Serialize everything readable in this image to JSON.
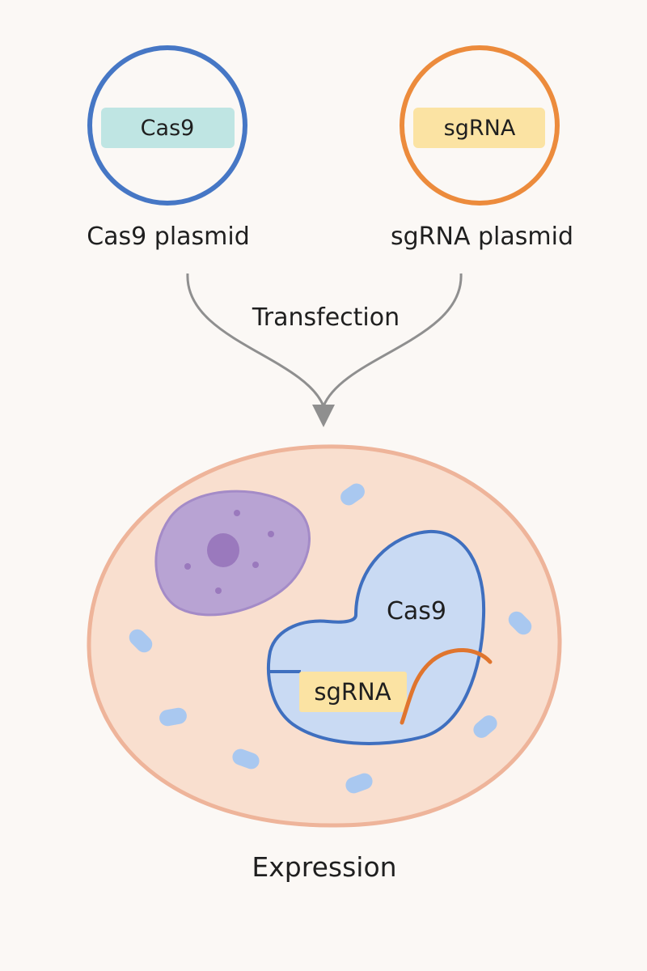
{
  "colors": {
    "background": "#fbf8f5",
    "cas9_plasmid_ring": "#4677c5",
    "cas9_gene_box": "#bfe5e3",
    "sgrna_plasmid_ring": "#ec8b3c",
    "sgrna_gene_box": "#fbe3a3",
    "arrow": "#8f8f8f",
    "cell_fill": "#f9dfcf",
    "cell_membrane": "#eeb49a",
    "nucleus_fill": "#b8a3d3",
    "nucleus_outline": "#a48bc7",
    "nucleolus": "#9a79bd",
    "vesicle": "#a9c8f0",
    "cas9_protein_fill": "#c9daf3",
    "cas9_protein_outline": "#3f6fbf",
    "sgrna_strand": "#e0752e"
  },
  "cas9_plasmid": {
    "gene_label": "Cas9",
    "caption": "Cas9 plasmid"
  },
  "sgrna_plasmid": {
    "gene_label": "sgRNA",
    "caption": "sgRNA plasmid"
  },
  "process": {
    "transfection_label": "Transfection",
    "expression_label": "Expression"
  },
  "cell": {
    "cas9_complex": {
      "protein_label": "Cas9",
      "guide_label": "sgRNA"
    }
  }
}
